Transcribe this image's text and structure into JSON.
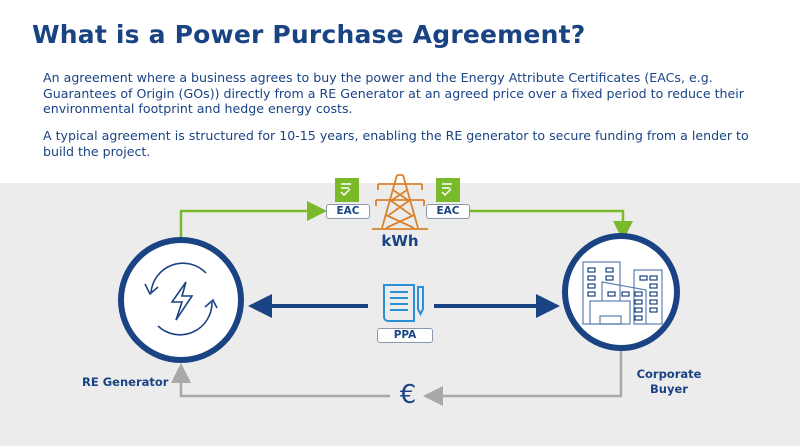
{
  "title": "What is a Power Purchase Agreement?",
  "paragraphs": [
    "An agreement where a business agrees to buy the power and the Energy Attribute Certificates (EACs, e.g. Guarantees of Origin (GOs)) directly from a RE Generator at an agreed price over a fixed period to reduce their environmental footprint and hedge energy costs.",
    "A typical agreement is structured for 10-15 years, enabling the RE generator to secure funding from a lender to build the project."
  ],
  "diagram": {
    "generator_label": "RE Generator",
    "buyer_label": "Corporate Buyer",
    "eac_left": "EAC",
    "eac_right": "EAC",
    "energy_label": "kWh",
    "contract_label": "PPA",
    "payment_symbol": "€",
    "colors": {
      "navy": "#1a4384",
      "green": "#7ab929",
      "orange": "#d9822b",
      "lightblue": "#2b8fd6",
      "gray": "#a8a8a8"
    }
  }
}
